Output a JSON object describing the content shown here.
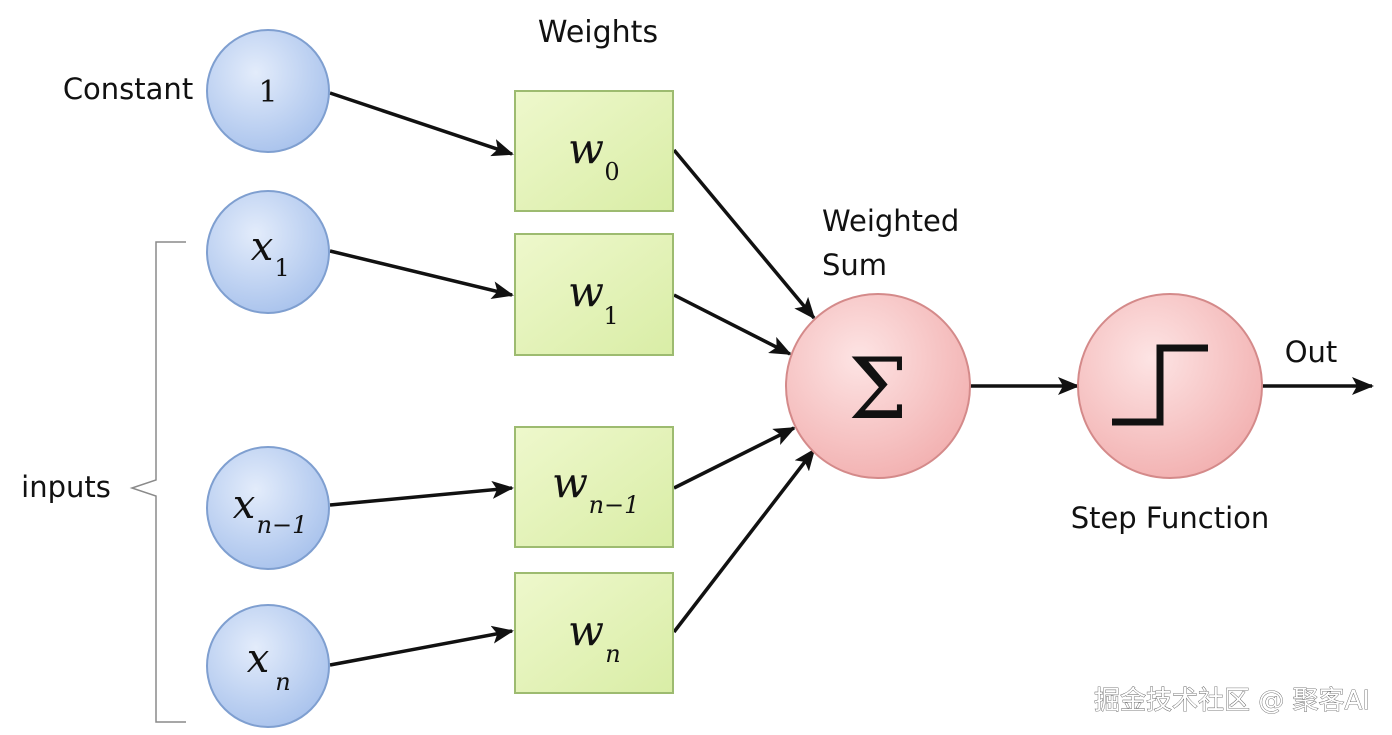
{
  "labels": {
    "constant": "Constant",
    "weights": "Weights",
    "inputs": "inputs",
    "weighted_sum_line1": "Weighted",
    "weighted_sum_line2": "Sum",
    "step_function": "Step Function",
    "out": "Out"
  },
  "input_nodes": [
    {
      "var": "1",
      "sub": ""
    },
    {
      "var": "x",
      "sub": "1"
    },
    {
      "var": "x",
      "sub": "n−1"
    },
    {
      "var": "x",
      "sub": "n"
    }
  ],
  "weight_boxes": [
    {
      "var": "w",
      "sub": "0"
    },
    {
      "var": "w",
      "sub": "1"
    },
    {
      "var": "w",
      "sub": "n−1"
    },
    {
      "var": "w",
      "sub": "n"
    }
  ],
  "sum_symbol": "Σ",
  "watermark": "掘金技术社区 @ 聚客AI",
  "colors": {
    "input_fill": "#b9cef0",
    "input_stroke": "#7f9fd0",
    "weight_fill": "#e2f2b8",
    "weight_stroke": "#9dbb70",
    "sum_fill": "#f6c1c1",
    "sum_stroke": "#d48a8a",
    "step_fill": "#f6c1c1",
    "step_stroke": "#d48a8a",
    "arrow": "#111111",
    "bracket": "#888888"
  }
}
